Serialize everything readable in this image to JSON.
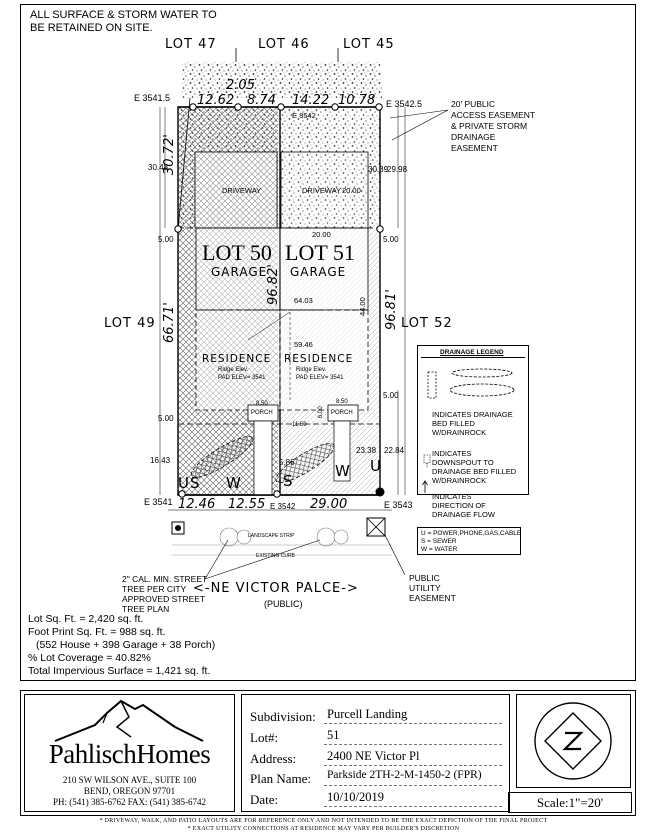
{
  "header_note": [
    "ALL SURFACE & STORM WATER TO",
    "BE RETAINED ON SITE."
  ],
  "lots": {
    "lot47": "LOT 47",
    "lot46": "LOT 46",
    "lot45": "LOT 45",
    "lot49": "LOT 49",
    "lot52": "LOT 52",
    "lot50": "LOT 50",
    "lot51": "LOT 51"
  },
  "dims": {
    "top_205": "2.05",
    "top_1262": "12.62",
    "top_874": "8.74",
    "top_1422": "14.22",
    "top_1078": "10.78",
    "left_3072": "30.72'",
    "left_6671": "66.71'",
    "mid_9682": "96.82'",
    "right_9681": "96.81'",
    "bot_1246": "12.46",
    "bot_1255": "12.55",
    "bot_2900": "29.00",
    "e_3541_5": "E 3541.5",
    "e_3542_5": "E 3542.5",
    "e_3542": "E 3542",
    "e_3541": "E 3541",
    "e_3543": "E 3543",
    "e_3542_b": "E 3542",
    "d_3048": "30.48",
    "d_3039": "30.39",
    "d_2998": "29.98",
    "d_500_a": "5.00",
    "d_500_b": "5.00",
    "d_500_c": "5.00",
    "d_500_d": "5.00",
    "d_2000_a": "20.00",
    "d_2000_b": "20.00",
    "d_6403": "64.03",
    "d_5946": "59.46",
    "d_4400": "44.00",
    "d_1643": "16.43",
    "d_2284": "22.84",
    "d_2338": "23.38",
    "d_1150": "11.50",
    "d_850_a": "8.50",
    "d_850_b": "8.50",
    "d_600": "6.00",
    "d_586": "5.86"
  },
  "labels": {
    "garage_a": "GARAGE",
    "garage_b": "GARAGE",
    "residence_a": "RESIDENCE",
    "residence_b": "RESIDENCE",
    "driveway_a": "DRIVEWAY",
    "driveway_b": "DRIVEWAY",
    "porch_a": "PORCH",
    "porch_b": "PORCH",
    "ridge_a": [
      "Ridge Elev.",
      "PAD ELEV= 3541"
    ],
    "ridge_b": [
      "Ridge Elev.",
      "PAD ELEV= 3541"
    ],
    "easement": [
      "20' PUBLIC",
      "ACCESS EASEMENT",
      "& PRIVATE STORM",
      "DRAINAGE",
      "EASEMENT"
    ],
    "tree": [
      "2\" CAL. MIN. STREET",
      "TREE PER CITY",
      "APPROVED STREET",
      "TREE PLAN"
    ],
    "street": "<-NE VICTOR PALCE->",
    "public": "(PUBLIC)",
    "utility": [
      "PUBLIC",
      "UTILITY",
      "EASEMENT"
    ],
    "landscape": "LANDSCAPE STRIP",
    "curb": "EXISTING CURB",
    "util_u_a": "U",
    "util_s_a": "S",
    "util_w_a": "W",
    "util_s_b": "S",
    "util_w_b": "W",
    "util_u_b": "U"
  },
  "legend": {
    "title": "DRAINAGE LEGEND",
    "items": [
      [
        "INDICATES DRAINAGE",
        "BED FILLED",
        "W/DRAINROCK"
      ],
      [
        "INDICATES",
        "DOWNSPOUT TO",
        "DRAINAGE BED FILLED",
        "W/DRAINROCK"
      ],
      [
        "INDICATES",
        "DIRECTION OF",
        "DRAINAGE FLOW"
      ]
    ]
  },
  "utility_legend": [
    "U = POWER,PHONE,GAS,CABLE",
    "S = SEWER",
    "W = WATER"
  ],
  "stats": [
    "Lot Sq. Ft. = 2,420 sq. ft.",
    "Foot Print Sq. Ft. = 988 sq. ft.",
    "(552 House + 398 Garage + 38 Porch)",
    "% Lot Coverage = 40.82%",
    "Total Impervious Surface = 1,421 sq. ft."
  ],
  "company": {
    "name": "PahlischHomes",
    "addr1": "210 SW WILSON AVE., SUITE 100",
    "addr2": "BEND, OREGON 97701",
    "phone": "PH: (541) 385-6762 FAX: (541) 385-6742"
  },
  "info": {
    "rows": [
      {
        "label": "Subdivision:",
        "value": "Purcell Landing"
      },
      {
        "label": "Lot#:",
        "value": "51"
      },
      {
        "label": "Address:",
        "value": "2400 NE Victor Pl"
      },
      {
        "label": "Plan Name:",
        "value": "Parkside 2TH-2-M-1450-2 (FPR)"
      },
      {
        "label": "Date:",
        "value": "10/10/2019"
      }
    ]
  },
  "scale": "Scale:1\"=20'",
  "footer": [
    "* DRIVEWAY, WALK, AND PATIO LAYOUTS ARE FOR REFERENCE ONLY AND NOT INTENDED TO BE THE EXACT DEPICTION OF THE FINAL PROJECT",
    "* EXACT UTILITY CONNECTIONS AT RESIDENCE MAY VARY PER BUILDER'S DISCRETION"
  ]
}
